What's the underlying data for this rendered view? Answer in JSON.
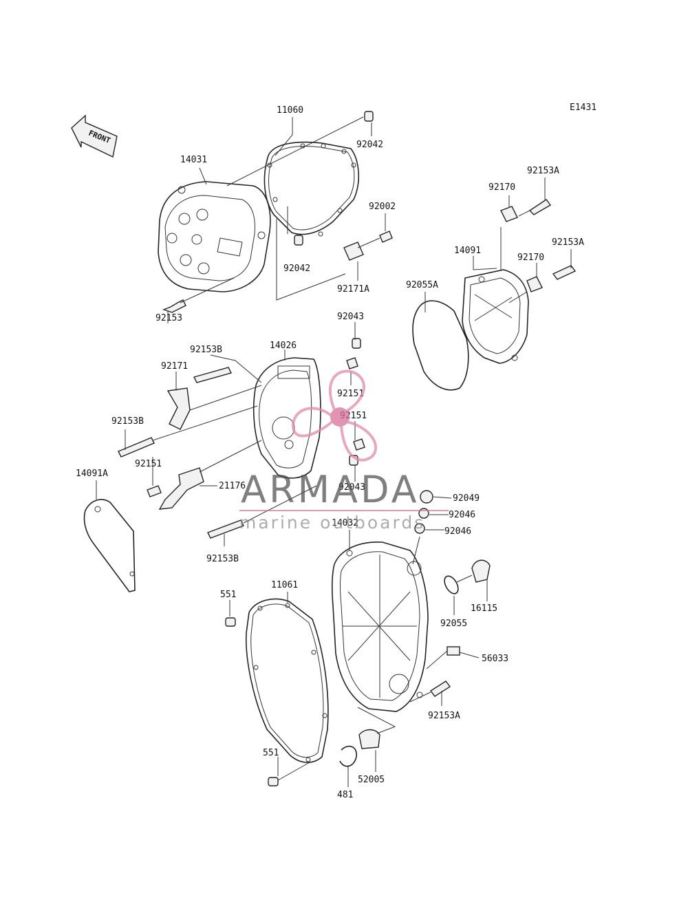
{
  "figure_code": "E1431",
  "front_arrow": {
    "label": "FRONT"
  },
  "watermark": {
    "brand": "ARMADA",
    "tagline": "marine outboards"
  },
  "part_labels": [
    {
      "id": "11060",
      "text": "11060"
    },
    {
      "id": "92042-top",
      "text": "92042"
    },
    {
      "id": "14031",
      "text": "14031"
    },
    {
      "id": "92002",
      "text": "92002"
    },
    {
      "id": "92042-mid",
      "text": "92042"
    },
    {
      "id": "92171A",
      "text": "92171A"
    },
    {
      "id": "92153",
      "text": "92153"
    },
    {
      "id": "92153A-top",
      "text": "92153A"
    },
    {
      "id": "92170-top",
      "text": "92170"
    },
    {
      "id": "14091",
      "text": "14091"
    },
    {
      "id": "92153A-mid",
      "text": "92153A"
    },
    {
      "id": "92170-mid",
      "text": "92170"
    },
    {
      "id": "92055A",
      "text": "92055A"
    },
    {
      "id": "92043-top",
      "text": "92043"
    },
    {
      "id": "14026",
      "text": "14026"
    },
    {
      "id": "92153B-top",
      "text": "92153B"
    },
    {
      "id": "92171",
      "text": "92171"
    },
    {
      "id": "92151-a",
      "text": "92151"
    },
    {
      "id": "92151-b",
      "text": "92151"
    },
    {
      "id": "92153B-mid",
      "text": "92153B"
    },
    {
      "id": "92151-c",
      "text": "92151"
    },
    {
      "id": "14091A",
      "text": "14091A"
    },
    {
      "id": "21176",
      "text": "21176"
    },
    {
      "id": "92043-low",
      "text": "92043"
    },
    {
      "id": "92049",
      "text": "92049"
    },
    {
      "id": "92046-a",
      "text": "92046"
    },
    {
      "id": "14032",
      "text": "14032"
    },
    {
      "id": "92046-b",
      "text": "92046"
    },
    {
      "id": "92153B-low",
      "text": "92153B"
    },
    {
      "id": "551-top",
      "text": "551"
    },
    {
      "id": "11061",
      "text": "11061"
    },
    {
      "id": "16115",
      "text": "16115"
    },
    {
      "id": "92055",
      "text": "92055"
    },
    {
      "id": "56033",
      "text": "56033"
    },
    {
      "id": "92153A-low",
      "text": "92153A"
    },
    {
      "id": "551-low",
      "text": "551"
    },
    {
      "id": "52005",
      "text": "52005"
    },
    {
      "id": "481",
      "text": "481"
    }
  ]
}
